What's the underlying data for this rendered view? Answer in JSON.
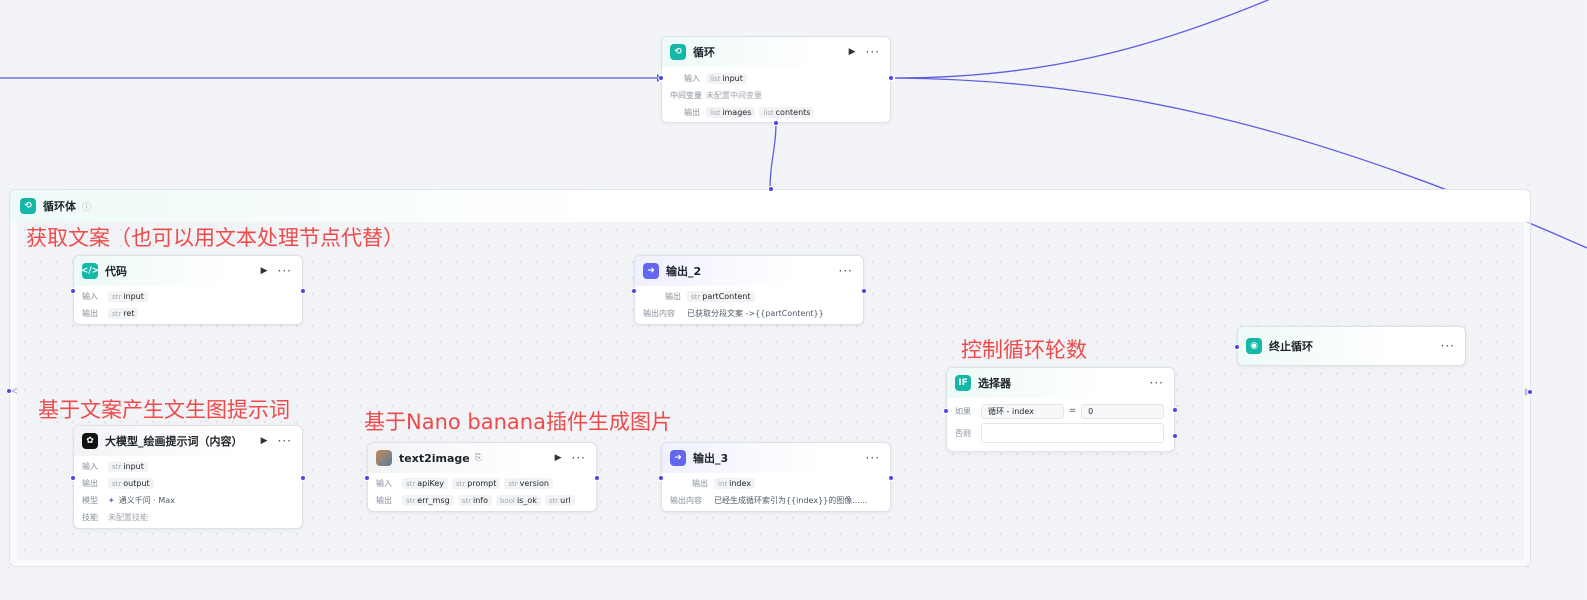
{
  "loop_node": {
    "title": "循环",
    "input_label": "输入",
    "input_tag": {
      "type": "list",
      "name": "input"
    },
    "mid_label": "中间变量",
    "mid_value": "未配置中间变量",
    "output_label": "输出",
    "output_tags": [
      {
        "type": "list",
        "name": "images"
      },
      {
        "type": "list",
        "name": "contents"
      }
    ]
  },
  "loop_body": {
    "title": "循环体",
    "info_icon": "info-icon"
  },
  "annotations": {
    "get_copy": "获取文案（也可以用文本处理节点代替）",
    "gen_prompt": "基于文案产生文生图提示词",
    "gen_image": "基于Nano banana插件生成图片",
    "control_loop": "控制循环轮数"
  },
  "code_node": {
    "title": "代码",
    "input_label": "输入",
    "input_tag": {
      "type": "str",
      "name": "input"
    },
    "output_label": "输出",
    "output_tag": {
      "type": "str",
      "name": "ret"
    }
  },
  "output2_node": {
    "title": "输出_2",
    "output_label": "输出",
    "output_tag": {
      "type": "str",
      "name": "partContent"
    },
    "content_label": "输出内容",
    "content_value": "已获取分段文案 ->{{partContent}}"
  },
  "llm_node": {
    "title": "大模型_绘画提示词（内容）",
    "input_label": "输入",
    "input_tag": {
      "type": "str",
      "name": "input"
    },
    "output_label": "输出",
    "output_tag": {
      "type": "str",
      "name": "output"
    },
    "model_label": "模型",
    "model_value": "通义千问 · Max",
    "skill_label": "技能",
    "skill_value": "未配置技能"
  },
  "t2i_node": {
    "title": "text2image",
    "input_label": "输入",
    "input_tags": [
      {
        "type": "str",
        "name": "apiKey"
      },
      {
        "type": "str",
        "name": "prompt"
      },
      {
        "type": "str",
        "name": "version"
      }
    ],
    "output_label": "输出",
    "output_tags": [
      {
        "type": "str",
        "name": "err_msg"
      },
      {
        "type": "str",
        "name": "info"
      },
      {
        "type": "bool",
        "name": "is_ok"
      },
      {
        "type": "str",
        "name": "url"
      }
    ]
  },
  "output3_node": {
    "title": "输出_3",
    "output_label": "输出",
    "output_tag": {
      "type": "int",
      "name": "index"
    },
    "content_label": "输出内容",
    "content_value": "已经生成循环索引为{{index}}的图像......"
  },
  "selector_node": {
    "title": "选择器",
    "if_label": "如果",
    "cond_left": "循环 - index",
    "cond_op": "=",
    "cond_right": "0",
    "else_label": "否则"
  },
  "end_loop_node": {
    "title": "终止循环"
  },
  "colors": {
    "wire": "#5b5fe0",
    "accent_teal": "#14b8a6",
    "accent_purple": "#6366f1",
    "annotation": "#ef4a4a"
  }
}
